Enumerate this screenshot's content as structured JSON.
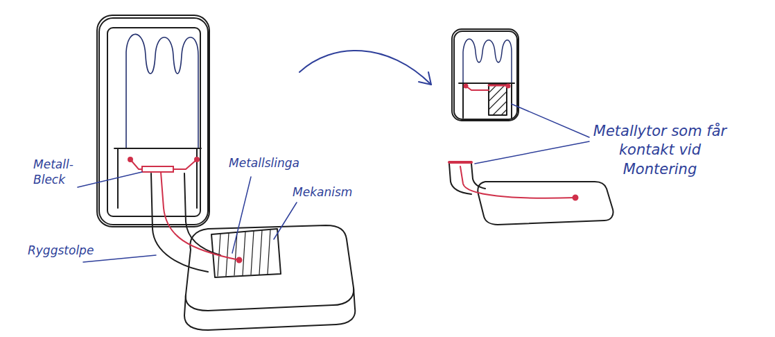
{
  "diagram": {
    "labels": [
      "Metall- Bleck",
      "Metallslinga",
      "Mekanism",
      "Ryggstolpe",
      "Metallytor som får kontakt vid Montering"
    ]
  }
}
